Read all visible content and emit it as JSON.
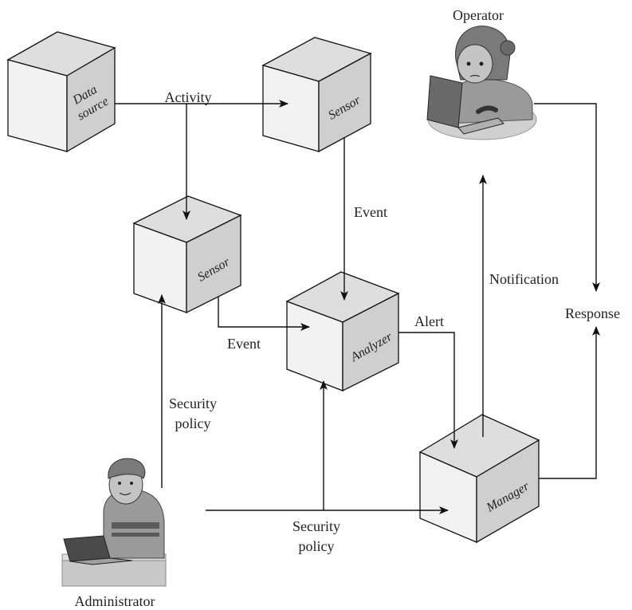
{
  "nodes": {
    "data_source": {
      "line1": "Data",
      "line2": "source"
    },
    "sensor_top": "Sensor",
    "sensor_mid": "Sensor",
    "analyzer": "Analyzer",
    "manager": "Manager"
  },
  "actors": {
    "operator": "Operator",
    "administrator": "Administrator"
  },
  "labels": {
    "activity": "Activity",
    "event_right": "Event",
    "event_bottom": "Event",
    "alert": "Alert",
    "notification": "Notification",
    "response": "Response",
    "security_policy_left": {
      "line1": "Security",
      "line2": "policy"
    },
    "security_policy_bottom": {
      "line1": "Security",
      "line2": "policy"
    }
  }
}
